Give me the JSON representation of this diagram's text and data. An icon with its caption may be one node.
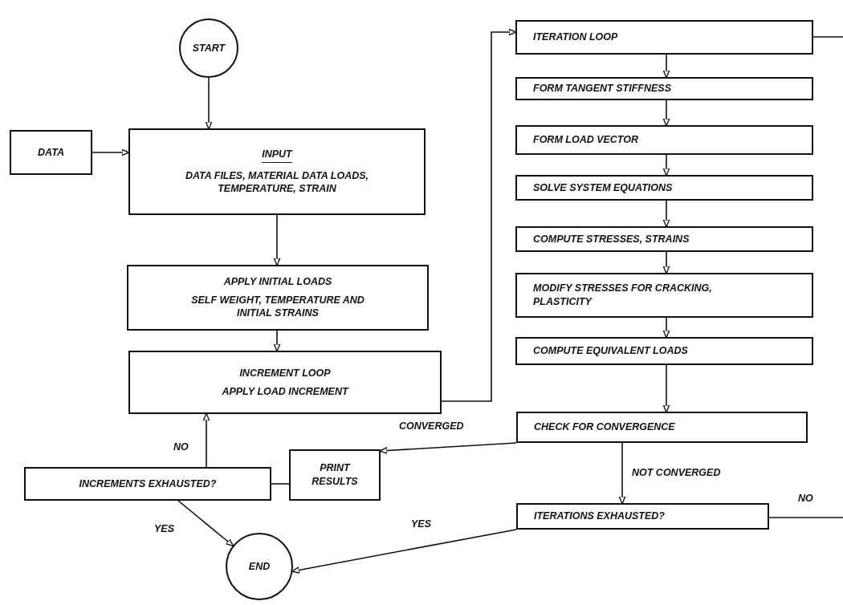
{
  "diagram": {
    "nodes": [
      {
        "text": [
          "START"
        ]
      },
      {
        "text": [
          "DATA"
        ]
      },
      {
        "text": [
          "INPUT",
          "DATA FILES, MATERIAL DATA LOADS, TEMPERATURE, STRAIN"
        ]
      },
      {
        "text": [
          "APPLY INITIAL LOADS",
          "SELF WEIGHT, TEMPERATURE AND INITIAL STRAINS"
        ]
      },
      {
        "text": [
          "INCREMENT LOOP",
          "APPLY LOAD INCREMENT"
        ]
      },
      {
        "text": [
          "INCREMENTS EXHAUSTED?"
        ]
      },
      {
        "text": [
          "PRINT RESULTS"
        ]
      },
      {
        "text": [
          "END"
        ]
      },
      {
        "text": [
          "ITERATION LOOP"
        ]
      },
      {
        "text": [
          "FORM TANGENT STIFFNESS"
        ]
      },
      {
        "text": [
          "FORM LOAD VECTOR"
        ]
      },
      {
        "text": [
          "SOLVE SYSTEM EQUATIONS"
        ]
      },
      {
        "text": [
          "COMPUTE STRESSES, STRAINS"
        ]
      },
      {
        "text": [
          "MODIFY STRESSES FOR CRACKING, PLASTICITY"
        ]
      },
      {
        "text": [
          "COMPUTE EQUIVALENT LOADS"
        ]
      },
      {
        "text": [
          "CHECK FOR CONVERGENCE"
        ]
      },
      {
        "text": [
          "ITERATIONS EXHAUSTED?"
        ]
      }
    ],
    "edges": [
      {
        "from": 0,
        "to": 2,
        "arrow": "to"
      },
      {
        "from": 1,
        "to": 2,
        "arrow": "to"
      },
      {
        "from": 2,
        "to": 3,
        "arrow": "to"
      },
      {
        "from": 3,
        "to": 4,
        "arrow": "to"
      },
      {
        "from": 4,
        "to": 8,
        "arrow": "to"
      },
      {
        "from": 8,
        "to": 9,
        "arrow": "to"
      },
      {
        "from": 9,
        "to": 10,
        "arrow": "to"
      },
      {
        "from": 10,
        "to": 11,
        "arrow": "to"
      },
      {
        "from": 11,
        "to": 12,
        "arrow": "to"
      },
      {
        "from": 12,
        "to": 13,
        "arrow": "to"
      },
      {
        "from": 13,
        "to": 14,
        "arrow": "to"
      },
      {
        "from": 14,
        "to": 15,
        "arrow": "to"
      },
      {
        "from": 15,
        "to": 6,
        "arrow": "to",
        "label": "CONVERGED"
      },
      {
        "from": 6,
        "to": 5,
        "arrow": "none"
      },
      {
        "from": 5,
        "to": 4,
        "arrow": "to",
        "label": "NO"
      },
      {
        "from": 5,
        "to": 7,
        "arrow": "to",
        "label": "YES"
      },
      {
        "from": 15,
        "to": 16,
        "arrow": "to",
        "label": "NOT CONVERGED"
      },
      {
        "from": 16,
        "to": 7,
        "arrow": "to",
        "label": "YES"
      },
      {
        "from": 8,
        "to": null,
        "arrow": "none"
      },
      {
        "from": 16,
        "to": null,
        "arrow": "none",
        "label": "NO"
      }
    ]
  }
}
